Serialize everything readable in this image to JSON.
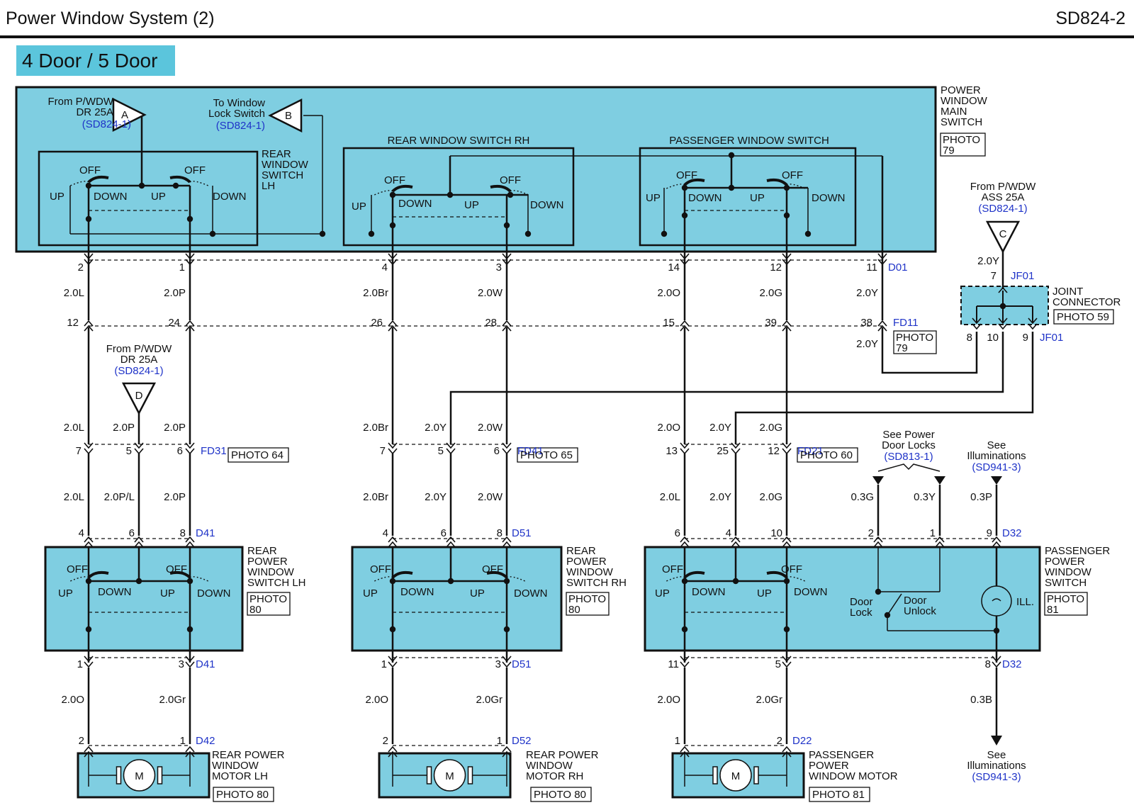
{
  "header": {
    "title": "Power Window System (2)",
    "code": "SD824-2"
  },
  "variant": "4 Door / 5 Door",
  "main_switch": {
    "name": [
      "POWER",
      "WINDOW",
      "MAIN",
      "SWITCH"
    ],
    "photo": [
      "PHOTO",
      "79"
    ],
    "rear_lh": [
      "REAR",
      "WINDOW",
      "SWITCH",
      "LH"
    ],
    "rear_rh": "REAR WINDOW SWITCH RH",
    "passenger": "PASSENGER WINDOW SWITCH",
    "conn": "D01"
  },
  "refs": {
    "A": {
      "letter": "A",
      "lines": [
        "From P/WDW",
        "DR 25A"
      ],
      "ref": "(SD824-1)"
    },
    "B": {
      "letter": "B",
      "lines": [
        "To Window",
        "Lock Switch"
      ],
      "ref": "(SD824-1)"
    },
    "C": {
      "letter": "C",
      "lines": [
        "From P/WDW",
        "ASS 25A"
      ],
      "ref": "(SD824-1)"
    },
    "D": {
      "letter": "D",
      "lines": [
        "From P/WDW",
        "DR 25A"
      ],
      "ref": "(SD824-1)"
    }
  },
  "switch_labels": {
    "off": "OFF",
    "up": "UP",
    "down": "DOWN"
  },
  "joint": {
    "lines": [
      "JOINT",
      "CONNECTOR"
    ],
    "photo": "PHOTO 59",
    "conn_top": "JF01",
    "conn_bot": "JF01",
    "pin_top": "7",
    "pins": [
      "8",
      "10",
      "9"
    ],
    "wire": "2.0Y"
  },
  "fd11": {
    "conn": "FD11",
    "photo": [
      "PHOTO",
      "79"
    ]
  },
  "pins_d01": [
    "2",
    "1",
    "4",
    "3",
    "14",
    "12",
    "11"
  ],
  "wires_d01": [
    "2.0L",
    "2.0P",
    "2.0Br",
    "2.0W",
    "2.0O",
    "2.0G",
    "2.0Y"
  ],
  "pins_fd11": [
    "12",
    "24",
    "26",
    "28",
    "15",
    "39",
    "38"
  ],
  "fd11_wire": "2.0Y",
  "wires_mid": [
    "2.0L",
    "2.0P",
    "2.0P",
    "2.0Br",
    "2.0Y",
    "2.0W",
    "2.0O",
    "2.0Y",
    "2.0G"
  ],
  "fd31": {
    "conn": "FD31",
    "photo": "PHOTO 64",
    "pins": [
      "7",
      "5",
      "6"
    ]
  },
  "fd41": {
    "conn": "FD41",
    "photo": "PHOTO 65",
    "pins": [
      "7",
      "5",
      "6"
    ]
  },
  "fd21": {
    "conn": "FD21",
    "photo": "PHOTO 60",
    "pins": [
      "13",
      "25",
      "12"
    ]
  },
  "wires_low": [
    "2.0L",
    "2.0P/L",
    "2.0P",
    "2.0Br",
    "2.0Y",
    "2.0W",
    "2.0L",
    "2.0Y",
    "2.0G",
    "0.3G",
    "0.3Y",
    "0.3P"
  ],
  "door_locks": {
    "lines": [
      "See Power",
      "Door Locks"
    ],
    "ref": "(SD813-1)"
  },
  "illum_top": {
    "lines": [
      "See",
      "Illuminations"
    ],
    "ref": "(SD941-3)"
  },
  "illum_bot": {
    "lines": [
      "See",
      "Illuminations"
    ],
    "ref": "(SD941-3)"
  },
  "sw_lh": {
    "name": [
      "REAR",
      "POWER",
      "WINDOW",
      "SWITCH LH"
    ],
    "photo": [
      "PHOTO",
      "80"
    ],
    "conn": "D41",
    "pins_top": [
      "4",
      "6",
      "8"
    ],
    "pins_bot": [
      "1",
      "3"
    ],
    "conn_bot": "D41"
  },
  "sw_rh": {
    "name": [
      "REAR",
      "POWER",
      "WINDOW",
      "SWITCH RH"
    ],
    "photo": [
      "PHOTO",
      "80"
    ],
    "conn": "D51",
    "pins_top": [
      "4",
      "6",
      "8"
    ],
    "pins_bot": [
      "1",
      "3"
    ],
    "conn_bot": "D51"
  },
  "sw_pass": {
    "name": [
      "PASSENGER",
      "POWER",
      "WINDOW",
      "SWITCH"
    ],
    "photo": [
      "PHOTO",
      "81"
    ],
    "conn": "D32",
    "pins_top": [
      "6",
      "4",
      "10",
      "2",
      "1",
      "9"
    ],
    "pins_bot": [
      "11",
      "5",
      "8"
    ],
    "conn_bot": "D32",
    "door_lock": [
      "Door",
      "Lock"
    ],
    "door_unlock": [
      "Door",
      "Unlock"
    ],
    "ill": "ILL."
  },
  "wires_motor": [
    "2.0O",
    "2.0Gr",
    "2.0O",
    "2.0Gr",
    "2.0O",
    "2.0Gr",
    "0.3B"
  ],
  "motor_lh": {
    "name": [
      "REAR POWER",
      "WINDOW",
      "MOTOR LH"
    ],
    "photo": "PHOTO 80",
    "conn": "D42",
    "pins": [
      "2",
      "1"
    ],
    "m": "M"
  },
  "motor_rh": {
    "name": [
      "REAR POWER",
      "WINDOW",
      "MOTOR RH"
    ],
    "photo": "PHOTO 80",
    "conn": "D52",
    "pins": [
      "2",
      "1"
    ],
    "m": "M"
  },
  "motor_pass": {
    "name": [
      "PASSENGER",
      "POWER",
      "WINDOW MOTOR"
    ],
    "photo": "PHOTO 81",
    "conn": "D22",
    "pins": [
      "1",
      "2"
    ],
    "m": "M"
  }
}
